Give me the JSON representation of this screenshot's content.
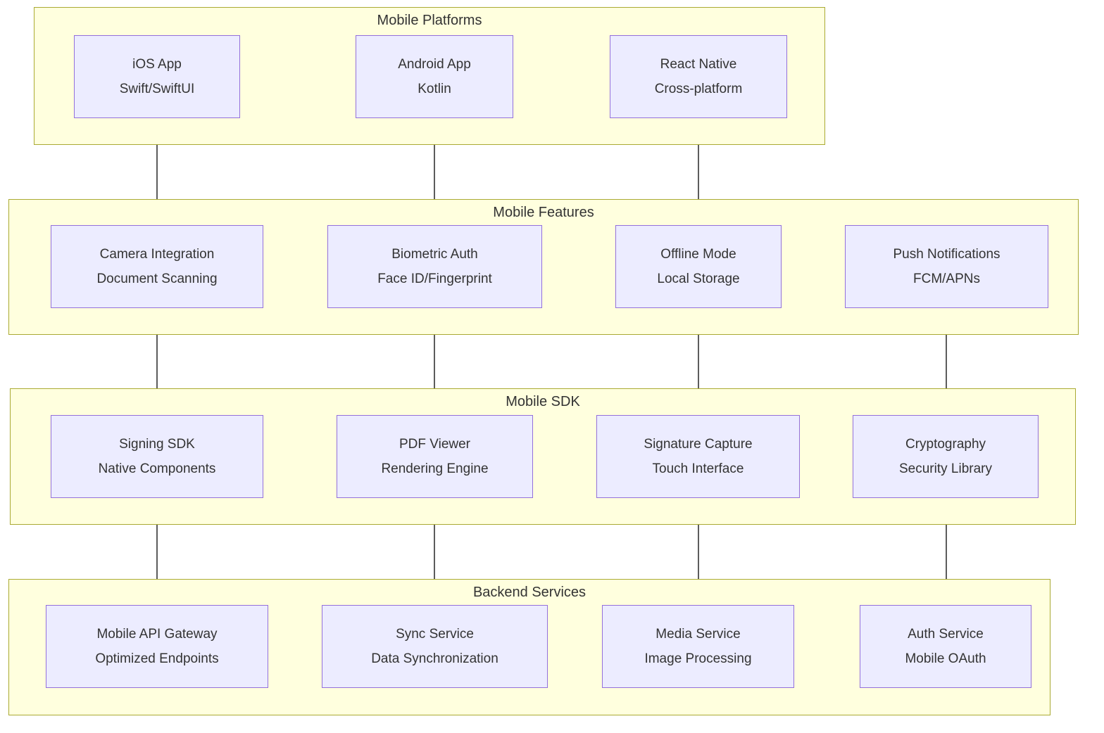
{
  "diagram": {
    "groups": [
      {
        "label": "Mobile Platforms",
        "nodes": [
          {
            "line1": "iOS App",
            "line2": "Swift/SwiftUI"
          },
          {
            "line1": "Android App",
            "line2": "Kotlin"
          },
          {
            "line1": "React Native",
            "line2": "Cross-platform"
          }
        ]
      },
      {
        "label": "Mobile Features",
        "nodes": [
          {
            "line1": "Camera Integration",
            "line2": "Document Scanning"
          },
          {
            "line1": "Biometric Auth",
            "line2": "Face ID/Fingerprint"
          },
          {
            "line1": "Offline Mode",
            "line2": "Local Storage"
          },
          {
            "line1": "Push Notifications",
            "line2": "FCM/APNs"
          }
        ]
      },
      {
        "label": "Mobile SDK",
        "nodes": [
          {
            "line1": "Signing SDK",
            "line2": "Native Components"
          },
          {
            "line1": "PDF Viewer",
            "line2": "Rendering Engine"
          },
          {
            "line1": "Signature Capture",
            "line2": "Touch Interface"
          },
          {
            "line1": "Cryptography",
            "line2": "Security Library"
          }
        ]
      },
      {
        "label": "Backend Services",
        "nodes": [
          {
            "line1": "Mobile API Gateway",
            "line2": "Optimized Endpoints"
          },
          {
            "line1": "Sync Service",
            "line2": "Data Synchronization"
          },
          {
            "line1": "Media Service",
            "line2": "Image Processing"
          },
          {
            "line1": "Auth Service",
            "line2": "Mobile OAuth"
          }
        ]
      }
    ],
    "edges": [
      {
        "from": "iOS App",
        "to": "Camera Integration"
      },
      {
        "from": "Android App",
        "to": "Biometric Auth"
      },
      {
        "from": "React Native",
        "to": "Offline Mode"
      },
      {
        "from": "Camera Integration",
        "to": "Signing SDK"
      },
      {
        "from": "Biometric Auth",
        "to": "PDF Viewer"
      },
      {
        "from": "Offline Mode",
        "to": "Signature Capture"
      },
      {
        "from": "Push Notifications",
        "to": "Cryptography"
      },
      {
        "from": "Signing SDK",
        "to": "Mobile API Gateway"
      },
      {
        "from": "PDF Viewer",
        "to": "Sync Service"
      },
      {
        "from": "Signature Capture",
        "to": "Media Service"
      },
      {
        "from": "Cryptography",
        "to": "Auth Service"
      }
    ],
    "colors": {
      "group_fill": "#ffffde",
      "group_border": "#aaaa33",
      "node_fill": "#ececff",
      "node_border": "#9370db",
      "text": "#333333",
      "arrow": "#333333"
    }
  }
}
